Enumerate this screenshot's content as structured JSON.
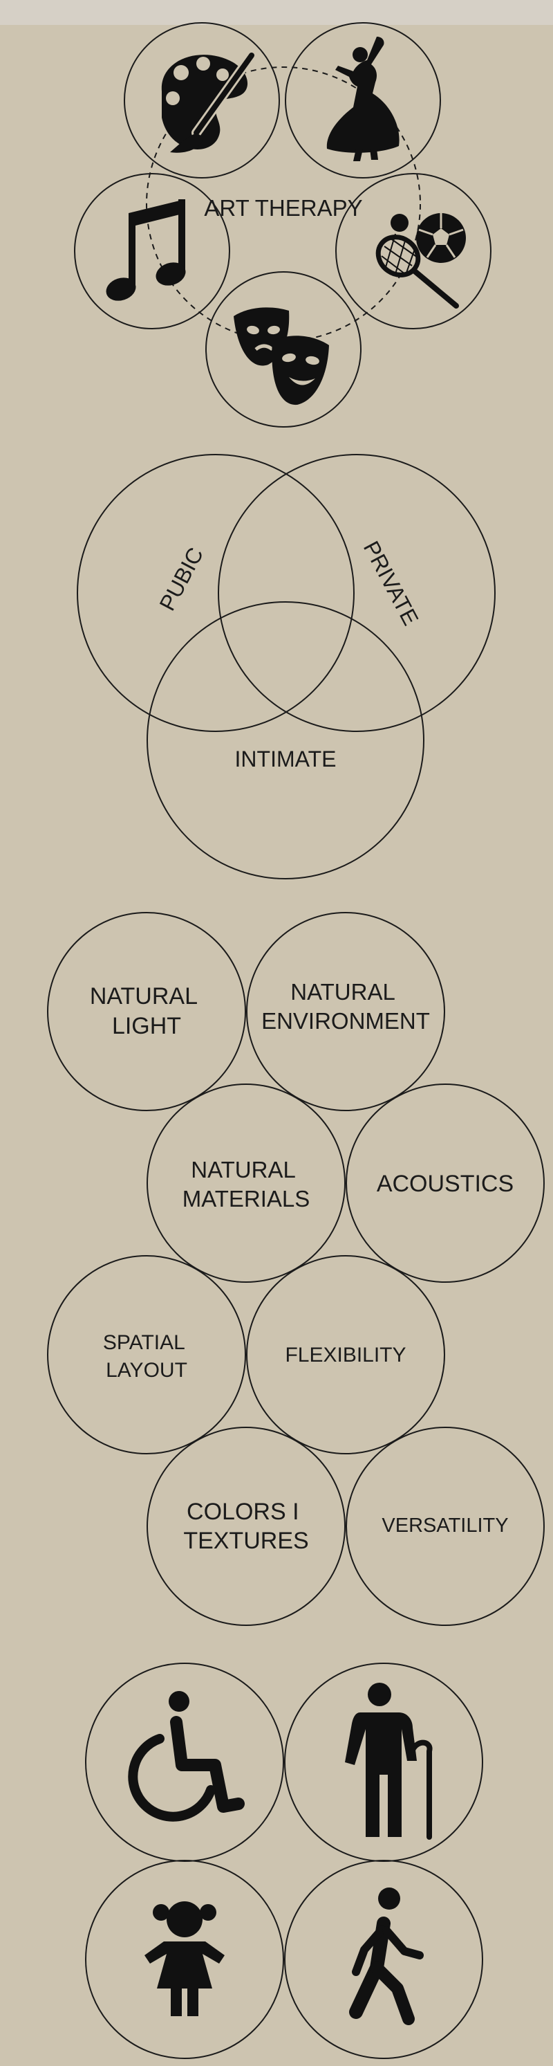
{
  "art_therapy": {
    "title": "ART THERAPY",
    "icons": [
      "painting-palette-icon",
      "dancer-icon",
      "music-note-icon",
      "sports-balls-racket-icon",
      "theater-masks-icon"
    ]
  },
  "venn": {
    "sets": [
      "PUBIC",
      "PRIVATE",
      "INTIMATE"
    ]
  },
  "qualities": {
    "items": [
      {
        "lines": [
          "NATURAL",
          "LIGHT"
        ]
      },
      {
        "lines": [
          "NATURAL",
          "ENVIRONMENT"
        ]
      },
      {
        "lines": [
          "NATURAL",
          "MATERIALS"
        ]
      },
      {
        "lines": [
          "ACOUSTICS"
        ]
      },
      {
        "lines": [
          "SPATIAL",
          "LAYOUT"
        ]
      },
      {
        "lines": [
          "FLEXIBILITY"
        ]
      },
      {
        "lines": [
          "COLORS I",
          "TEXTURES"
        ]
      },
      {
        "lines": [
          "VERSATILITY"
        ]
      }
    ]
  },
  "users": {
    "icons": [
      "wheelchair-user-icon",
      "elderly-person-cane-icon",
      "child-girl-icon",
      "walking-person-icon"
    ]
  },
  "colors": {
    "background": "#cdc4b0",
    "ink": "#1b1b1b",
    "top_bar": "#d6d0c6"
  }
}
